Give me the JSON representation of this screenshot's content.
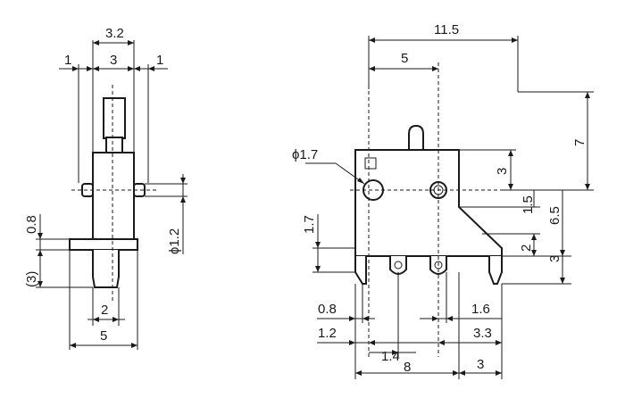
{
  "left_view": {
    "dims": {
      "top_total": "3.2",
      "top_left": "1",
      "top_mid": "3",
      "top_right": "1",
      "left_08": "0.8",
      "left_3": "(3)",
      "right_phi": "ϕ1.2",
      "bottom_2": "2",
      "bottom_5": "5"
    }
  },
  "right_view": {
    "dims": {
      "top_11_5": "11.5",
      "top_5": "5",
      "right_7": "7",
      "right_3": "3",
      "right_1_5": "1.5",
      "right_6_5": "6.5",
      "right_2": "2",
      "right_3b": "3",
      "phi_1_7": "ϕ1.7",
      "left_1_7": "1.7",
      "bot_0_8": "0.8",
      "bot_1_2": "1.2",
      "bot_1_4": "1.4",
      "bot_8": "8",
      "bot_3": "3",
      "bot_1_6": "1.6",
      "bot_3_3": "3.3"
    }
  }
}
